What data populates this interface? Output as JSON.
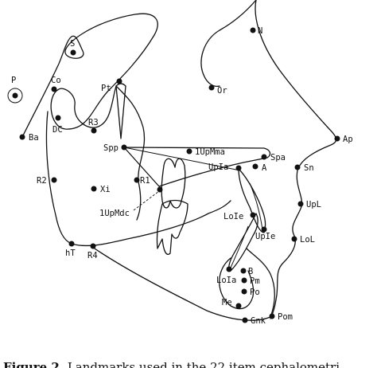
{
  "figure": {
    "caption_label": "Figure 2.",
    "caption_text": " Landmarks used in the 22 item cephalometri"
  },
  "landmarks": [
    {
      "id": "S",
      "label": "S"
    },
    {
      "id": "P",
      "label": "P"
    },
    {
      "id": "Co",
      "label": "Co"
    },
    {
      "id": "Pt",
      "label": "Pt"
    },
    {
      "id": "DC",
      "label": "DC"
    },
    {
      "id": "R3",
      "label": "R3"
    },
    {
      "id": "Ba",
      "label": "Ba"
    },
    {
      "id": "Spp",
      "label": "Spp"
    },
    {
      "id": "1UpMma",
      "label": "1UpMma"
    },
    {
      "id": "Spa",
      "label": "Spa"
    },
    {
      "id": "UpIa",
      "label": "UpIa"
    },
    {
      "id": "A",
      "label": "A"
    },
    {
      "id": "R2",
      "label": "R2"
    },
    {
      "id": "Xi",
      "label": "Xi"
    },
    {
      "id": "R1",
      "label": "R1"
    },
    {
      "id": "1UpMdc",
      "label": "1UpMdc"
    },
    {
      "id": "LoIe",
      "label": "LoIe"
    },
    {
      "id": "UpIe",
      "label": "UpIe"
    },
    {
      "id": "hT",
      "label": "hT"
    },
    {
      "id": "R4",
      "label": "R4"
    },
    {
      "id": "LoIa",
      "label": "LoIa"
    },
    {
      "id": "B",
      "label": "B"
    },
    {
      "id": "Pm",
      "label": "Pm"
    },
    {
      "id": "Po",
      "label": "Po"
    },
    {
      "id": "Me",
      "label": "Me"
    },
    {
      "id": "Gnk",
      "label": "Gnk"
    },
    {
      "id": "Pom",
      "label": "Pom"
    },
    {
      "id": "N",
      "label": "N"
    },
    {
      "id": "Or",
      "label": "Or"
    },
    {
      "id": "Ap",
      "label": "Ap"
    },
    {
      "id": "Sn",
      "label": "Sn"
    },
    {
      "id": "UpL",
      "label": "UpL"
    },
    {
      "id": "LoL",
      "label": "LoL"
    }
  ]
}
